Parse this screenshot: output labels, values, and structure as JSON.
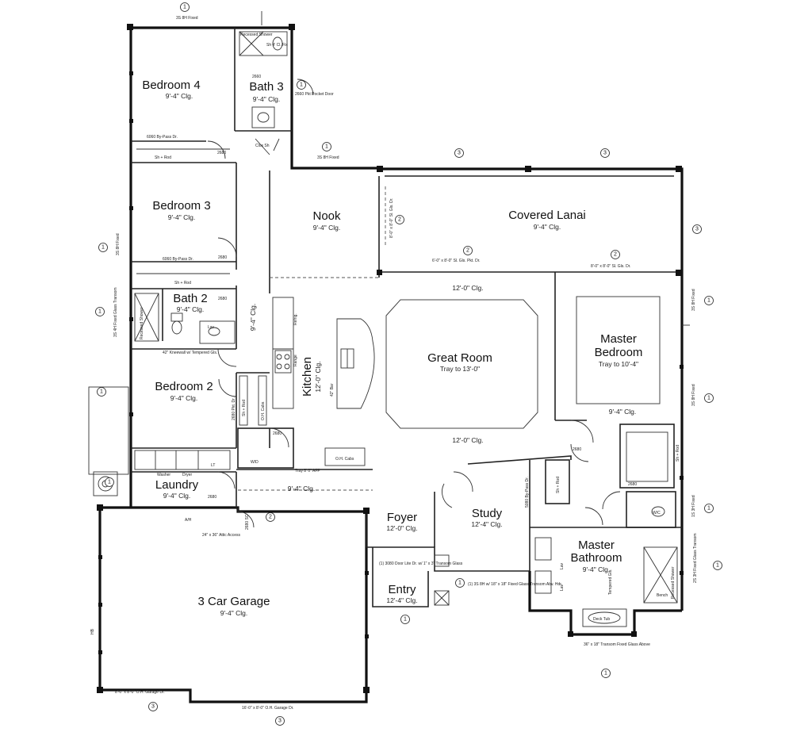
{
  "rooms": {
    "bedroom4": {
      "name": "Bedroom 4",
      "ceiling": "9'-4\" Clg."
    },
    "bath3": {
      "name": "Bath 3",
      "ceiling": "9'-4\" Clg."
    },
    "bedroom3": {
      "name": "Bedroom 3",
      "ceiling": "9'-4\" Clg."
    },
    "nook": {
      "name": "Nook",
      "ceiling": "9'-4\" Clg."
    },
    "lanai": {
      "name": "Covered Lanai",
      "ceiling": "9'-4\" Clg."
    },
    "bath2": {
      "name": "Bath 2",
      "ceiling": "9'-4\" Clg."
    },
    "great_room": {
      "name": "Great Room",
      "ceiling": "Tray to 13'-0\""
    },
    "master_bedroom": {
      "name_line1": "Master",
      "name_line2": "Bedroom",
      "ceiling": "Tray to 10'-4\""
    },
    "bedroom2": {
      "name": "Bedroom 2",
      "ceiling": "9'-4\" Clg."
    },
    "kitchen": {
      "name": "Kitchen",
      "ceiling": "12'-0\" Clg."
    },
    "laundry": {
      "name": "Laundry",
      "ceiling": "9'-4\" Clg."
    },
    "foyer": {
      "name": "Foyer",
      "ceiling": "12'-0\" Clg."
    },
    "study": {
      "name": "Study",
      "ceiling": "12'-4\" Clg."
    },
    "master_bath": {
      "name_line1": "Master",
      "name_line2": "Bathroom",
      "ceiling": "9'-4\" Clg."
    },
    "entry": {
      "name": "Entry",
      "ceiling": "12'-4\" Clg."
    },
    "garage": {
      "name": "3 Car Garage",
      "ceiling": "9'-4\" Clg."
    }
  },
  "ceilings": {
    "great_room_top": "12'-0\" Clg.",
    "great_room_bottom": "12'-0\" Clg.",
    "master_lower": "9'-4\" Clg.",
    "hall_laundry": "9'-4\" Clg.",
    "hall_bedroom": "9'-4\" Clg."
  },
  "notes": {
    "top_window": "3S 8H Fixed",
    "recessed_shower_b3": "Recessed Shower",
    "b3_tank": "Sh 4' Cl. Fix",
    "bath3_door": "2660",
    "pocket_door": "2660 Pkt Pocket Door",
    "bypass_b4": "6060 By-Pass Dr.",
    "shelf_b4": "Sh + Rod",
    "door_2680a": "2680",
    "window_lanai": "3S 8H Fixed",
    "linen": "Clos Sh",
    "bypass_b3": "6060 By-Pass Dr.",
    "shelf_b3": "Sh + Rod",
    "door_2680b": "2680",
    "lanai_slider1": "6'-0\" x 8'-0\" Sl. Gls. Pkt. Dr.",
    "lanai_slider2": "8'-0\" x 8'-0\" Sl. Gls. Dr.",
    "lanai_side": "8'-0\" x 8'-0\" Sl. Gls. Dr.",
    "window_b3": "3S 8H Fixed",
    "bath2_window": "3S 4H Fixed Glass Transom",
    "recessed_shower_b2": "Recessed Shower",
    "bath2_door": "2680",
    "knee_wall": "42\" Kneewall w/ Tempered Gls.",
    "lav": "Lav",
    "range": "Range",
    "fridge": "Refrig.",
    "bar": "42\" Bar",
    "shelf_b2": "Sh + Rod",
    "oh_cabs": "O.H. Cabs",
    "pantry_door": "2680 Pkt. Dr.",
    "door_2680c": "2680",
    "wall_oven": "W/D",
    "washer": "Washer",
    "dryer": "Dryer",
    "lt": "LT",
    "laundry_door": "2680",
    "oh_cabs2": "O.H. Cabs",
    "hall_arch": "Tray 8' 0\" AFF",
    "garage_door_int": "2680 SC",
    "ac_unit": "A/H",
    "attic": "24\" x 36\" Attic Access",
    "garage_door1": "8'-0\" x 8'-0\" O.H. Garage Dr.",
    "garage_door2": "16'-0\" x 8'-0\" O.H. Garage Dr.",
    "hb": "HB",
    "entry_door": "(1) 3080 Door Lite Dr. w/ 1\" x 3\" Transom Glass",
    "study_doors": "5080 By-Pass Dr.",
    "foyer_window": "(1) 3S 8H w/ 18\" x 18\" Fixed Glass Transom Abv. Hdr.",
    "door_2680d": "2680",
    "wic_shelf": "Sh + Rod",
    "master_door": "2680",
    "mb_window1": "3S 8H Fixed",
    "mb_window2": "3S 8H Fixed",
    "master_wic": "Sh + Rod",
    "mb_toilet": "W/C",
    "mbath_window": "1S 3H Fixed",
    "tempered": "Tempered Gls.",
    "recessed_shower_mb": "Recessed Shower",
    "bench": "Bench",
    "deck_tub": "Deck Tub",
    "transom": "36\" x 18\" Transom Fixed Glass Above",
    "mbath_side_window": "2S 3H Fixed Glass Transom",
    "lav2": "Lav",
    "lav3": "Lav"
  },
  "bubbles": {
    "b1": "1",
    "b2": "1",
    "b3": "3",
    "b4": "3",
    "b5": "3",
    "b6": "2",
    "b7": "2",
    "b8": "2",
    "b9": "1",
    "b10": "1",
    "b11": "1",
    "b12": "1",
    "b13": "1",
    "b14": "1",
    "b15": "1",
    "b16": "1",
    "b17": "3",
    "b18": "3",
    "b19": "1",
    "b20": "1",
    "b21": "1",
    "b22": "1",
    "b23": "2"
  }
}
